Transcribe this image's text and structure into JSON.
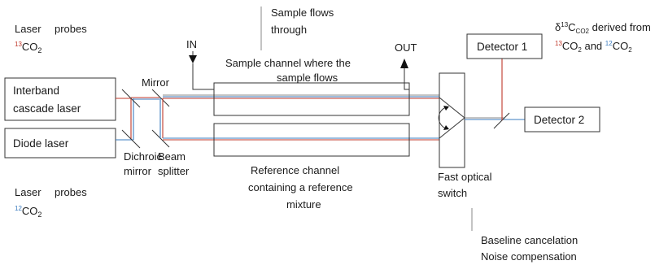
{
  "labels": {
    "laser_probes_top_1": "Laser",
    "laser_probes_top_2": "probes",
    "laser_probes_top_iso_sup": "13",
    "laser_probes_top_iso_main": "CO",
    "laser_probes_top_iso_sub": "2",
    "laser_probes_bottom_1": "Laser",
    "laser_probes_bottom_2": "probes",
    "laser_probes_bottom_iso_sup": "12",
    "laser_probes_bottom_iso_main": "CO",
    "laser_probes_bottom_iso_sub": "2",
    "interband_laser_line1": "Interband",
    "interband_laser_line2": "cascade laser",
    "diode_laser": "Diode laser",
    "dichroic_line1": "Dichroic",
    "dichroic_line2": "mirror",
    "mirror": "Mirror",
    "beam_splitter_line1": "Beam",
    "beam_splitter_line2": "splitter",
    "in": "IN",
    "out": "OUT",
    "sample_flows_line1": "Sample flows",
    "sample_flows_line2": "through",
    "sample_channel_line1": "Sample channel where the",
    "sample_channel_line2": "sample flows",
    "reference_channel_line1": "Reference channel",
    "reference_channel_line2": "containing a reference",
    "reference_channel_line3": "mixture",
    "fast_switch_line1": "Fast optical",
    "fast_switch_line2": "switch",
    "baseline": "Baseline cancelation",
    "noise": "Noise compensation",
    "detector1": "Detector 1",
    "detector2": "Detector 2",
    "delta_symbol": "δ",
    "delta_sup": "13",
    "delta_c": "C",
    "delta_sub": "CO2",
    "delta_rest": " derived from",
    "derived_sup1": "13",
    "derived_co1": "CO",
    "derived_sub1": "2",
    "derived_and": " and ",
    "derived_sup2": "12",
    "derived_co2": "CO",
    "derived_sub2": "2"
  },
  "colors": {
    "co2_13": "#c0392b",
    "co2_12": "#3a7bbf"
  }
}
